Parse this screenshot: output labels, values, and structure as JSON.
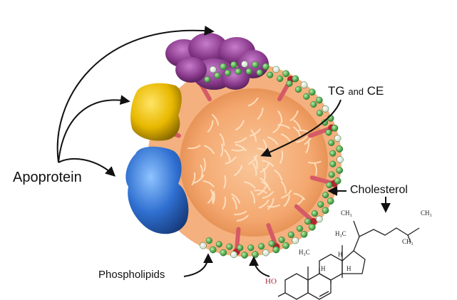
{
  "labels": {
    "apoprotein": "Apoprotein",
    "tg_and_ce": {
      "part1": "TG",
      "part2": "and",
      "part3": "CE"
    },
    "cholesterol": "Cholesterol",
    "phospholipids": "Phospholipids"
  },
  "structure_labels": {
    "ho": "HO",
    "h3c_1": "H₃C",
    "h3c_2": "H₃C",
    "ch3_a": "CH₃",
    "ch3_b": "CH₃",
    "ch3_c": "CH₃",
    "h1": "H",
    "h2": "H",
    "h3": "H"
  },
  "colors": {
    "phospholipid_head": "#43a843",
    "core_fill": "#f3a66e",
    "apoprotein_purple": "#8a3a8c",
    "apoprotein_yellow": "#e8b800",
    "apoprotein_blue": "#2f6fd0",
    "cholesterol_red": "#b62431",
    "ho_color": "#a5283a"
  }
}
